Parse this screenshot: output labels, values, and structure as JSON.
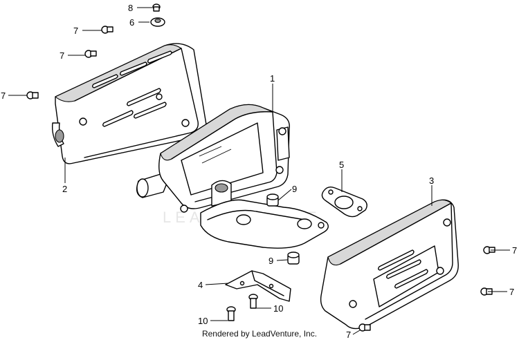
{
  "footer": {
    "credit": "Rendered by LeadVenture, Inc."
  },
  "callouts": [
    {
      "id": "c8",
      "label": "8"
    },
    {
      "id": "c6",
      "label": "6"
    },
    {
      "id": "c7a",
      "label": "7"
    },
    {
      "id": "c7b",
      "label": "7"
    },
    {
      "id": "c7c",
      "label": "7"
    },
    {
      "id": "c1",
      "label": "1"
    },
    {
      "id": "c2",
      "label": "2"
    },
    {
      "id": "c5",
      "label": "5"
    },
    {
      "id": "c3",
      "label": "3"
    },
    {
      "id": "c9a",
      "label": "9"
    },
    {
      "id": "c9b",
      "label": "9"
    },
    {
      "id": "c7d",
      "label": "7"
    },
    {
      "id": "c7e",
      "label": "7"
    },
    {
      "id": "c4",
      "label": "4"
    },
    {
      "id": "c10a",
      "label": "10"
    },
    {
      "id": "c10b",
      "label": "10"
    },
    {
      "id": "c7f",
      "label": "7"
    }
  ]
}
